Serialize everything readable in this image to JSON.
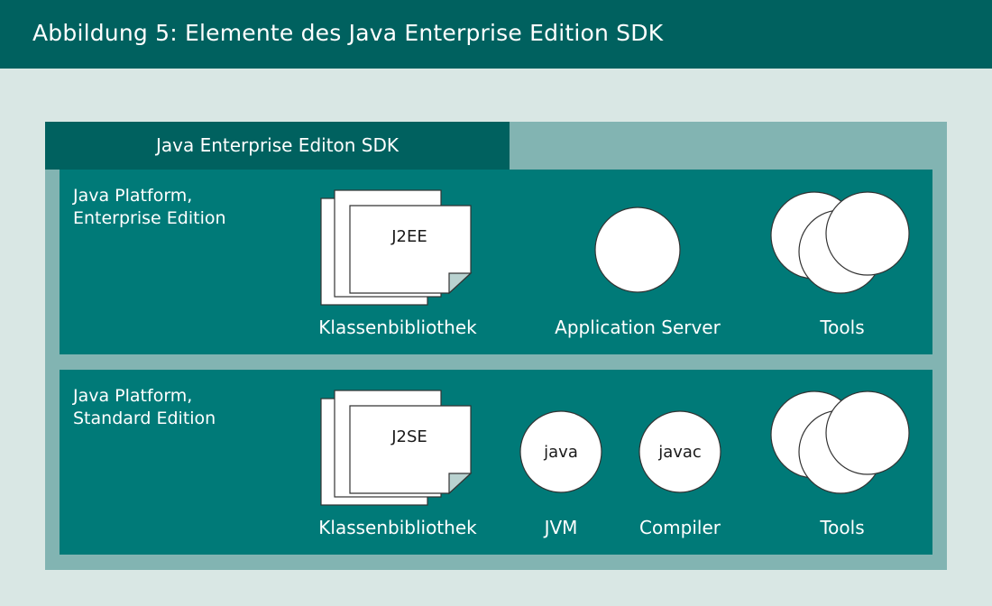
{
  "header": {
    "title": "Abbildung 5: Elemente des Java Enterprise Edition SDK"
  },
  "sdk": {
    "label": "Java Enterprise Editon SDK"
  },
  "colors": {
    "header": "#00615f",
    "panel": "#007a78",
    "frame": "#82b4b2",
    "background": "#d9e7e4"
  },
  "panels": {
    "ee": {
      "title_line1": "Java Platform,",
      "title_line2": "Enterprise Edition",
      "library_badge": "J2EE",
      "library_caption": "Klassenbibliothek",
      "server_caption": "Application Server",
      "tools_caption": "Tools"
    },
    "se": {
      "title_line1": "Java Platform,",
      "title_line2": "Standard Edition",
      "library_badge": "J2SE",
      "library_caption": "Klassenbibliothek",
      "jvm_badge": "java",
      "jvm_caption": "JVM",
      "compiler_badge": "javac",
      "compiler_caption": "Compiler",
      "tools_caption": "Tools"
    }
  }
}
